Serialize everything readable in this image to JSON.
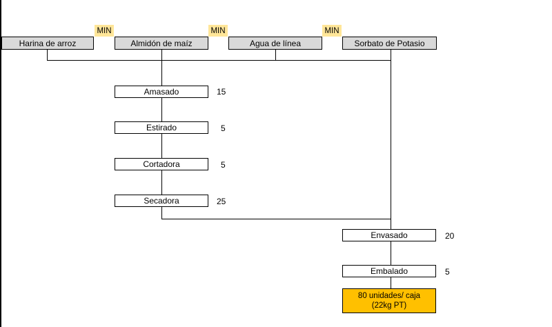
{
  "inputs": [
    {
      "label": "Harina de arroz"
    },
    {
      "label": "Almidón de maíz"
    },
    {
      "label": "Agua de línea"
    },
    {
      "label": "Sorbato de Potasio"
    }
  ],
  "min_tags": [
    "MIN",
    "MIN",
    "MIN"
  ],
  "processes_main": [
    {
      "label": "Amasado",
      "time": "15"
    },
    {
      "label": "Estirado",
      "time": "5"
    },
    {
      "label": "Cortadora",
      "time": "5"
    },
    {
      "label": "Secadora",
      "time": "25"
    }
  ],
  "processes_right": [
    {
      "label": "Envasado",
      "time": "20"
    },
    {
      "label": "Embalado",
      "time": "5"
    }
  ],
  "output": {
    "line1": "80 unidades/ caja",
    "line2": "(22kg PT)"
  },
  "colors": {
    "input_fill": "#d9d9d9",
    "min_fill": "#ffe699",
    "output_fill": "#ffc000",
    "line": "#000000"
  }
}
